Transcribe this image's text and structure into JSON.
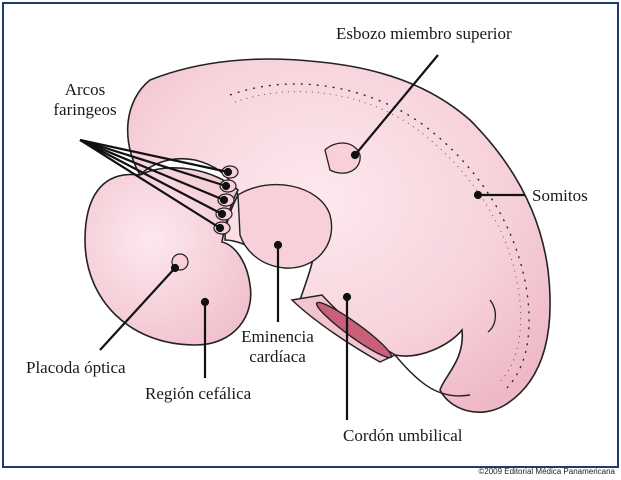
{
  "labels": {
    "arcos_line1": "Arcos",
    "arcos_line2": "faringeos",
    "esbozo": "Esbozo miembro superior",
    "somitos": "Somitos",
    "placoda": "Placoda óptica",
    "region": "Región cefálica",
    "eminencia_line1": "Eminencia",
    "eminencia_line2": "cardíaca",
    "cordon": "Cordón umbilical"
  },
  "copyright": "©2009 Editorial Médica Panamericana",
  "colors": {
    "frame": "#1f3a6d",
    "embryo_fill": "#f5cbd6",
    "embryo_light": "#fbe4ea",
    "outline": "#222222",
    "cord_fill": "#c8607a"
  }
}
